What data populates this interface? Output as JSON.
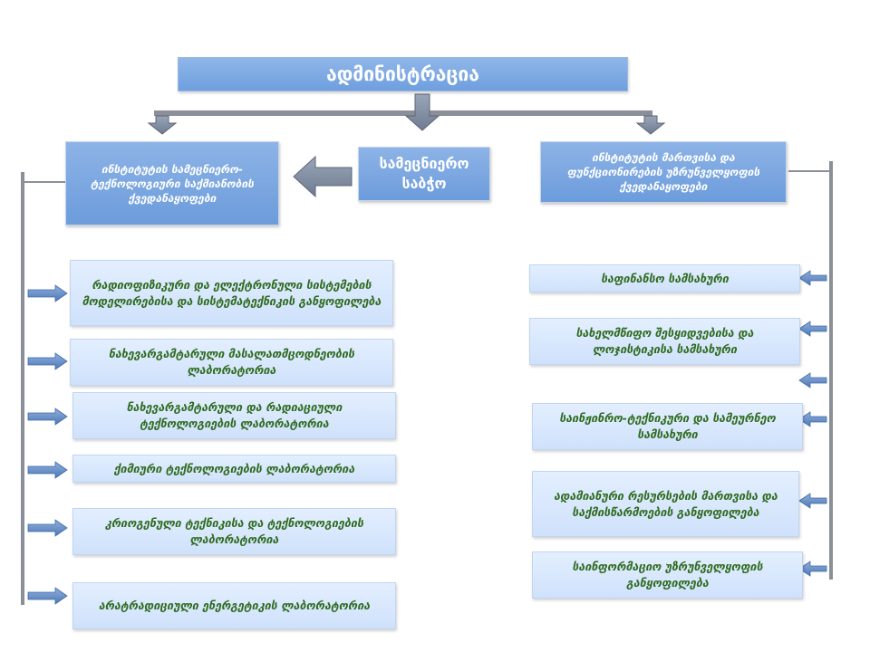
{
  "top": {
    "label": "ადმინისტრაცია"
  },
  "left_head": {
    "label": "ინსტიტუტის სამეცნიერო-ტექნოლოგიური საქმიანობის ქვედანაყოფები"
  },
  "council": {
    "label": "სამეცნიერო საბჭო"
  },
  "right_head": {
    "label": "ინსტიტუტის მართვისა და ფუნქციონირების უზრუნველყოფის ქვედანაყოფები"
  },
  "left_units": [
    {
      "label": "რადიოფიზიკური და ელექტრონული სისტემების მოდელირებისა და სისტემატექნიკის განყოფილება"
    },
    {
      "label": "ნახევარგამტარული მასალათმცოდნეობის ლაბორატორია"
    },
    {
      "label": "ნახევარგამტარული და რადიაციული ტექნოლოგიების ლაბორატორია"
    },
    {
      "label": "ქიმიური ტექნოლოგიების ლაბორატორია"
    },
    {
      "label": "კრიოგენული ტექნიკისა და ტექნოლოგიების ლაბორატორია"
    },
    {
      "label": "არატრადიციული ენერგეტიკის ლაბორატორია"
    }
  ],
  "right_units": [
    {
      "label": "საფინანსო სამსახური"
    },
    {
      "label": "სახელმწიფო შესყიდვებისა და ლოჯისტიკისა სამსახური"
    },
    {
      "label": "საინჟინრო-ტექნიკური და სამეურნეო სამსახური"
    },
    {
      "label": "ადამიანური რესურსების მართვისა და საქმისწარმოების განყოფილება"
    },
    {
      "label": "საინფორმაციო უზრუნველყოფის განყოფილება"
    }
  ],
  "colors": {
    "head_blue": "#7aa7e2",
    "unit_fill": "#dbe9fd",
    "unit_text": "#2f6b1f",
    "connector_gray": "#8a8f99",
    "arrow_blue": "#5b86c4"
  }
}
